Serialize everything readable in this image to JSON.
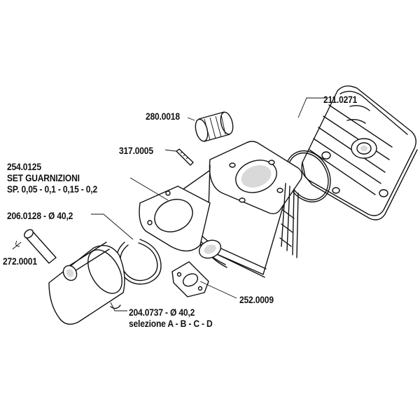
{
  "labels": {
    "cylinder_head": "211.0271",
    "needle_bearing": "280.0018",
    "stud": "317.0005",
    "gasket_set_code": "254.0125",
    "gasket_set_name": "SET GUARNIZIONI",
    "gasket_set_sizes": "SP. 0,05 - 0,1 - 0,15 - 0,2",
    "piston_ring": "206.0128 - Ø 40,2",
    "piston_pin": "272.0001",
    "intake_flange": "252.0009",
    "piston": "204.0737 - Ø 40,2",
    "piston_selection": "selezione A - B - C - D"
  }
}
